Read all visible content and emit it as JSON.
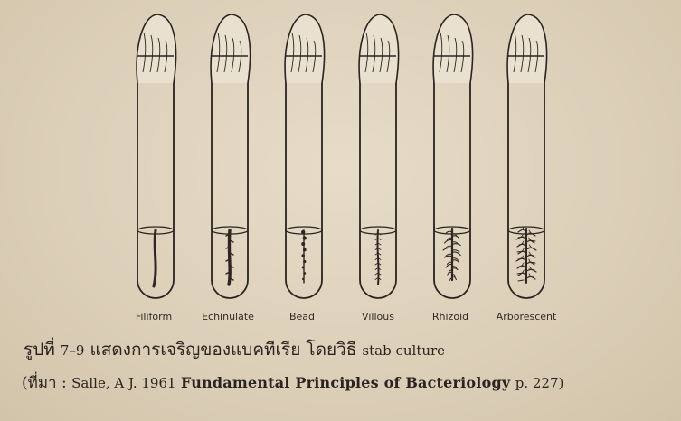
{
  "figure": {
    "tubes": [
      {
        "label": "Filiform"
      },
      {
        "label": "Echinulate"
      },
      {
        "label": "Bead"
      },
      {
        "label": "Villous"
      },
      {
        "label": "Rhizoid"
      },
      {
        "label": "Arborescent"
      }
    ]
  },
  "caption": {
    "figure_prefix": "รูปที่",
    "figure_number": "7–9",
    "thai_text": "แสดงการเจริญของแบคทีเรีย  โดยวิธี",
    "method": "stab culture"
  },
  "source": {
    "open": "(ที่มา :",
    "author": "Salle, A J. 1961",
    "book": "Fundamental  Principles  of  Bacteriology",
    "page": "p. 227)"
  },
  "colors": {
    "paper": "#ddd2bd",
    "ink": "#2a2420",
    "growth": "#2e2622"
  }
}
